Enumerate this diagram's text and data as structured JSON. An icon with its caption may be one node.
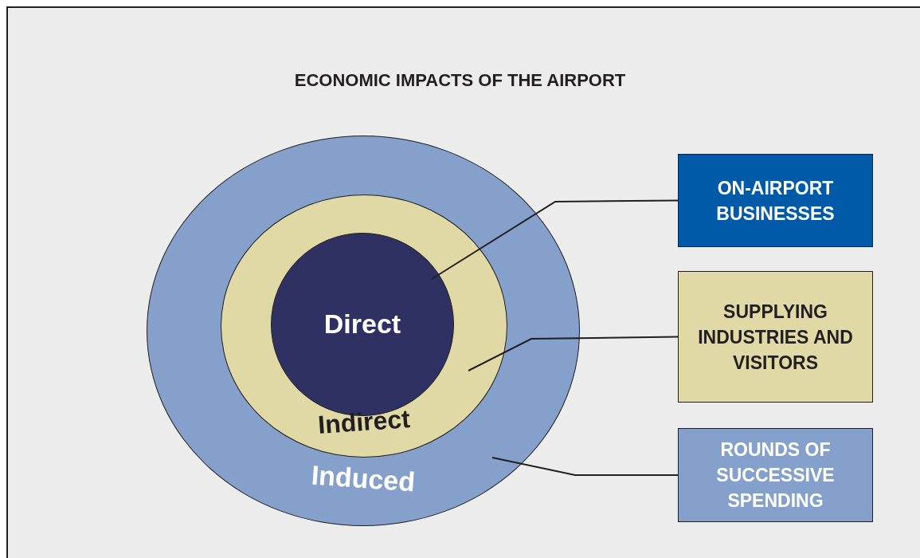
{
  "diagram": {
    "title": "ECONOMIC IMPACTS OF THE AIRPORT",
    "nodes": [
      {
        "text": [
          "Induced"
        ]
      },
      {
        "text": [
          "Indirect"
        ],
        "in": 0
      },
      {
        "text": [
          "Direct"
        ],
        "in": 1
      },
      {
        "text": [
          "ON-AIRPORT BUSINESSES"
        ]
      },
      {
        "text": [
          "SUPPLYING INDUSTRIES AND VISITORS"
        ]
      },
      {
        "text": [
          "ROUNDS OF SUCCESSIVE SPENDING"
        ]
      }
    ],
    "edges": [
      {
        "from": 3,
        "to": 2,
        "arrow": "none"
      },
      {
        "from": 4,
        "to": 1,
        "arrow": "none"
      },
      {
        "from": 5,
        "to": 0,
        "arrow": "none"
      }
    ]
  }
}
